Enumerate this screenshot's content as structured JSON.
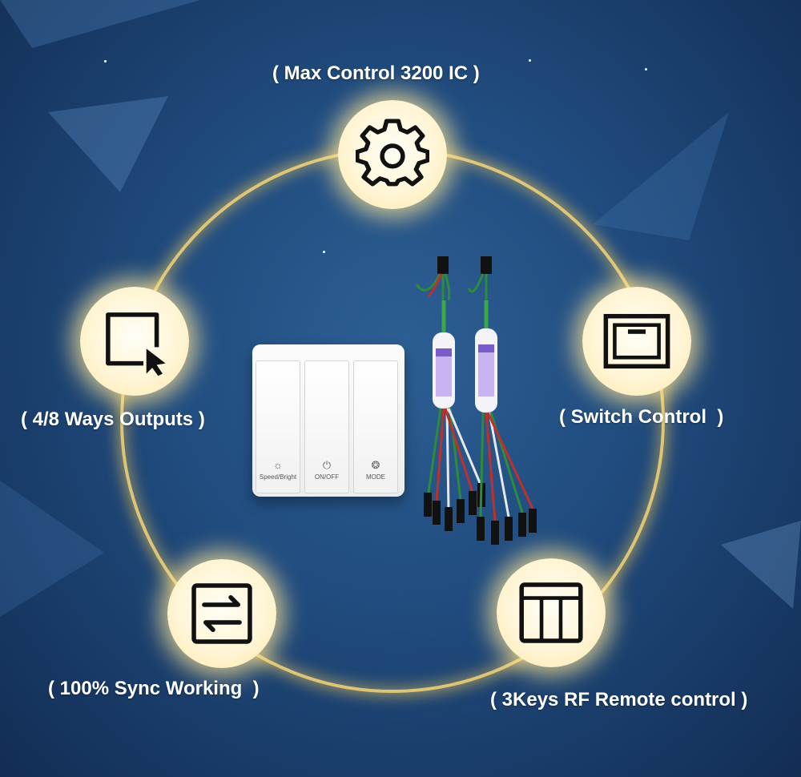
{
  "features": [
    {
      "id": "max-control",
      "label": "( Max Control 3200 IC )",
      "icon": "gear-icon"
    },
    {
      "id": "ways-outputs",
      "label": "( 4/8 Ways Outputs )",
      "icon": "cursor-in-box-icon"
    },
    {
      "id": "switch-control",
      "label": "( Switch Control  )",
      "icon": "switch-panel-icon"
    },
    {
      "id": "sync-working",
      "label": "( 100% Sync Working  )",
      "icon": "sync-arrows-icon"
    },
    {
      "id": "rf-remote",
      "label": "( 3Keys RF Remote control )",
      "icon": "three-key-panel-icon"
    }
  ],
  "product": {
    "keys": [
      {
        "icon": "☼",
        "label": "Speed/Bright"
      },
      {
        "icon": "⏻",
        "label": "ON/OFF"
      },
      {
        "icon": "❂",
        "label": "MODE"
      }
    ]
  },
  "colors": {
    "background": "#214d80",
    "ring_glow": "#ffdc78",
    "node_fill": "#fff5d6",
    "icon_stroke": "#111111",
    "label_text": "#ffffff"
  }
}
